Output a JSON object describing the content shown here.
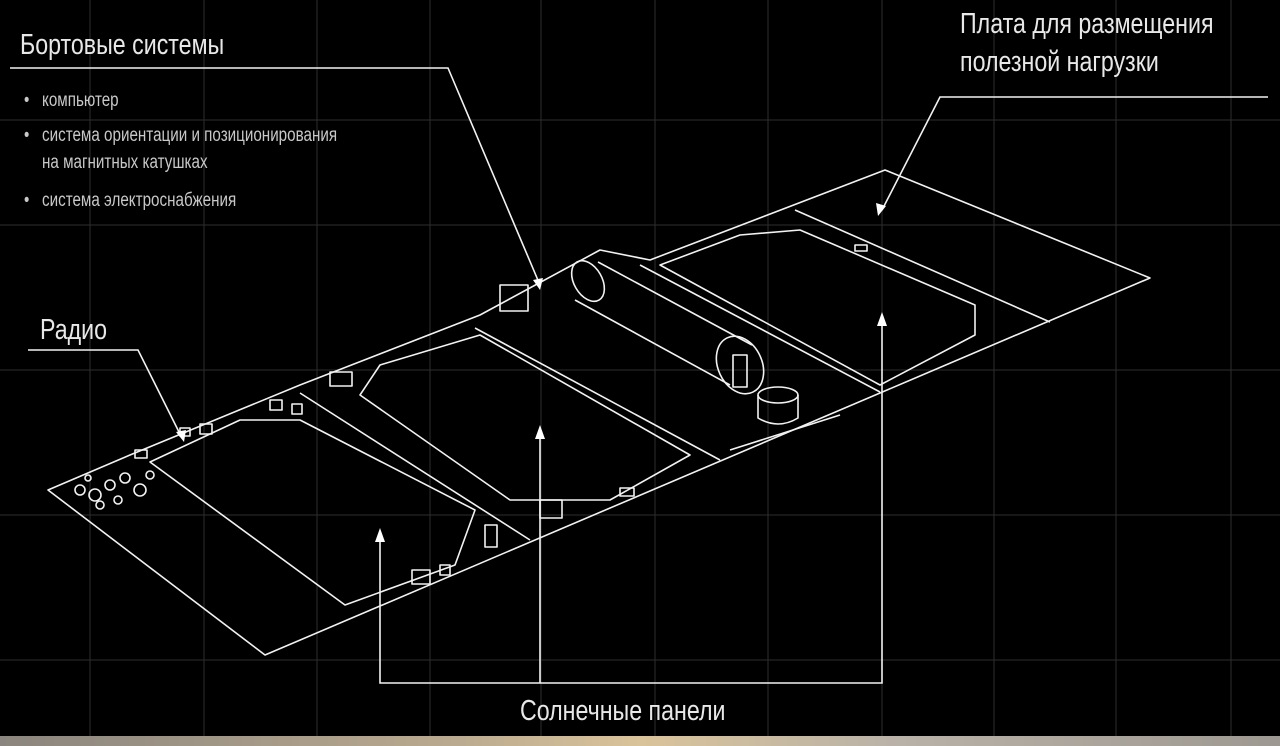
{
  "labels": {
    "onboard_title": "Бортовые системы",
    "onboard_items": [
      "компьютер",
      "система ориентации и позиционирования",
      "на магнитных катушках",
      "система электроснабжения"
    ],
    "radio": "Радио",
    "payload_line1": "Плата для размещения",
    "payload_line2": "полезной нагрузки",
    "solar": "Солнечные панели"
  },
  "colors": {
    "background": "#000000",
    "lines": "#ffffff",
    "grid": "#3a3a3a"
  }
}
